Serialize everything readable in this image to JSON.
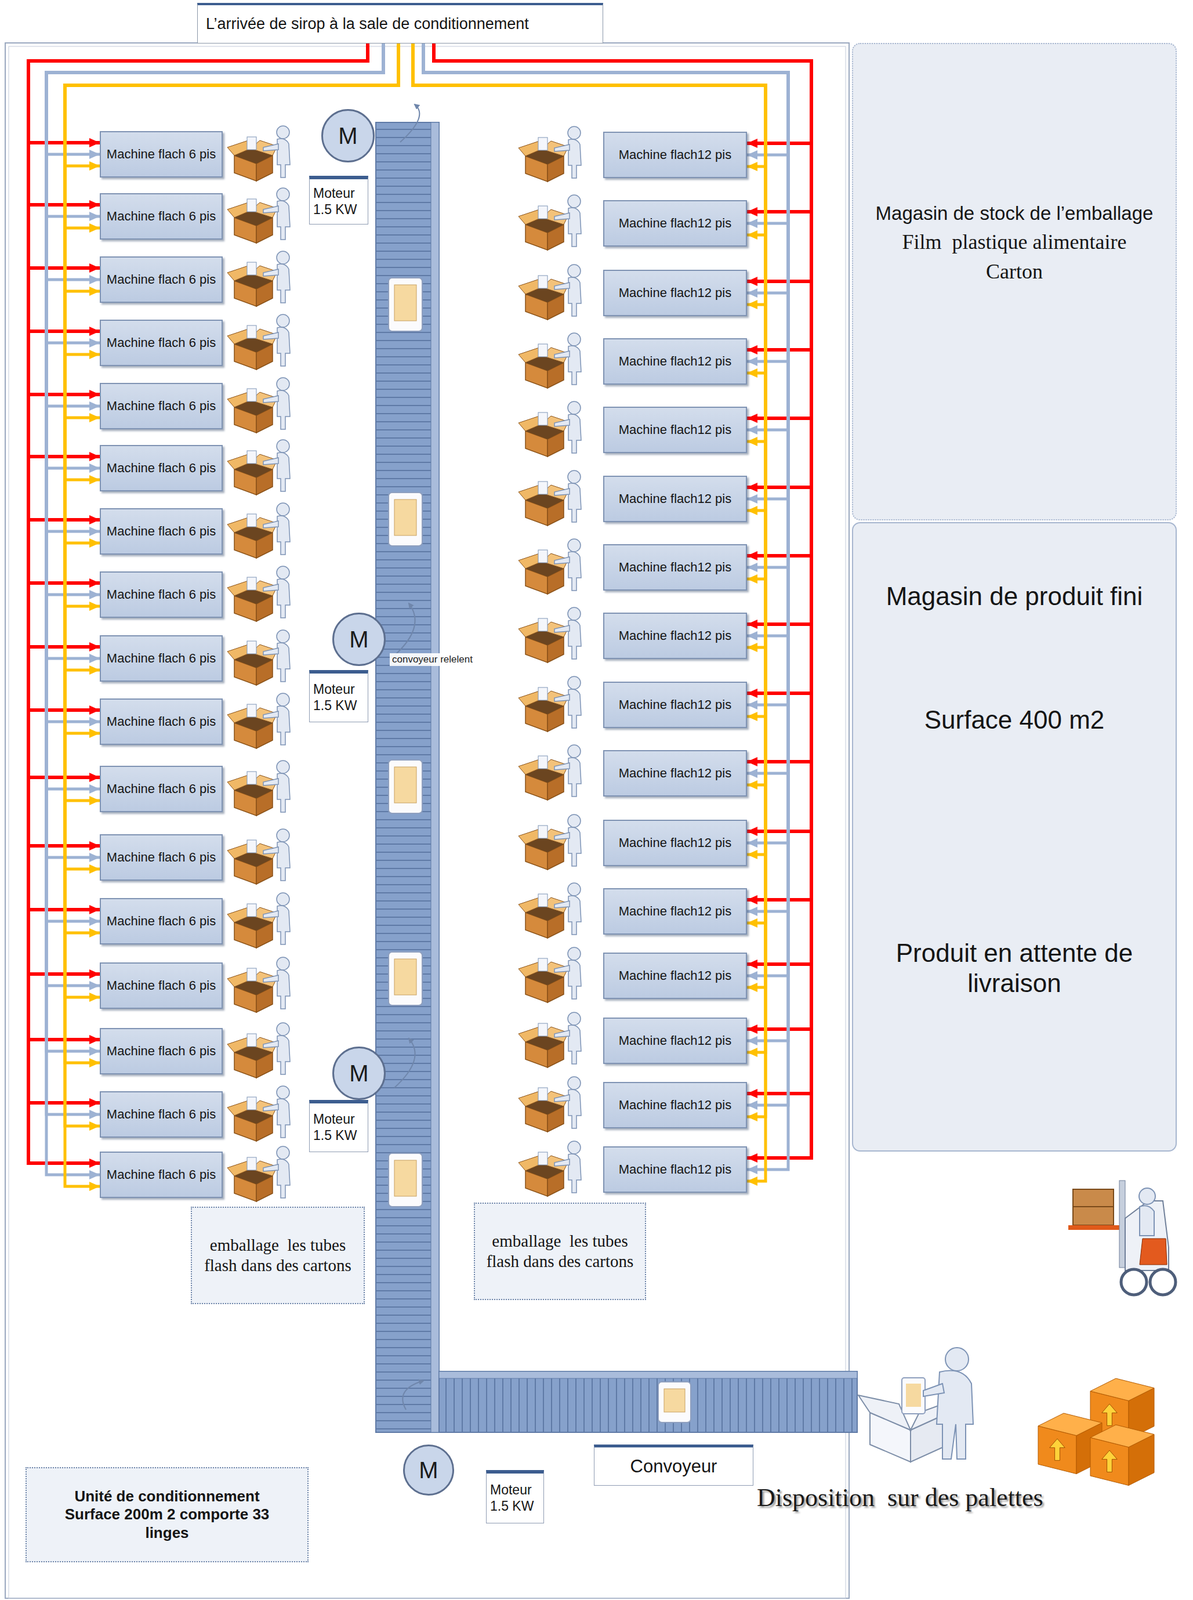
{
  "diagram": {
    "nodes": [
      {
        "text": [
          "L’arrivée de sirop à la sale de conditionnement"
        ]
      },
      {
        "text": [
          "Magasin de stock de l’emballage",
          "Film  plastique alimentaire",
          "Carton"
        ]
      },
      {
        "text": [
          "M"
        ]
      },
      {
        "text": [
          "Moteur 1.5 KW"
        ]
      },
      {
        "text": [
          "Machine flach 6 pis"
        ]
      },
      {
        "text": [
          "Machine flach 6 pis"
        ]
      },
      {
        "text": [
          "Machine flach 6 pis"
        ]
      },
      {
        "text": [
          "Machine flach 6 pis"
        ]
      },
      {
        "text": [
          "Machine flach 6 pis"
        ]
      },
      {
        "text": [
          "Machine flach 6 pis"
        ]
      },
      {
        "text": [
          "Machine flach 6 pis"
        ]
      },
      {
        "text": [
          "Machine flach 6 pis"
        ]
      },
      {
        "text": [
          "Machine flach 6 pis"
        ]
      },
      {
        "text": [
          "Machine flach 6 pis"
        ]
      },
      {
        "text": [
          "Machine flach 6 pis"
        ]
      },
      {
        "text": [
          "Machine flach 6 pis"
        ]
      },
      {
        "text": [
          "Machine flach 6 pis"
        ]
      },
      {
        "text": [
          "Machine flach 6 pis"
        ]
      },
      {
        "text": [
          "Machine flach 6 pis"
        ]
      },
      {
        "text": [
          "Machine flach 6 pis"
        ]
      },
      {
        "text": [
          "Machine flach 6 pis"
        ]
      },
      {
        "text": [
          "Machine flach12 pis"
        ]
      },
      {
        "text": [
          "Machine flach12 pis"
        ]
      },
      {
        "text": [
          "Machine flach12 pis"
        ]
      },
      {
        "text": [
          "Machine flach12 pis"
        ]
      },
      {
        "text": [
          "Machine flach12 pis"
        ]
      },
      {
        "text": [
          "Machine flach12 pis"
        ]
      },
      {
        "text": [
          "Machine flach12 pis"
        ]
      },
      {
        "text": [
          "Machine flach12 pis"
        ]
      },
      {
        "text": [
          "Machine flach12 pis"
        ]
      },
      {
        "text": [
          "Machine flach12 pis"
        ]
      },
      {
        "text": [
          "Machine flach12 pis"
        ]
      },
      {
        "text": [
          "Machine flach12 pis"
        ]
      },
      {
        "text": [
          "Machine flach12 pis"
        ]
      },
      {
        "text": [
          "Machine flach12 pis"
        ]
      },
      {
        "text": [
          "Machine flach12 pis"
        ]
      },
      {
        "text": [
          "Machine flach12 pis"
        ]
      },
      {
        "text": [
          "Magasin de produit fini",
          "Surface 400 m2",
          "Produit en attente de livraison"
        ]
      },
      {
        "text": [
          "M"
        ]
      },
      {
        "text": [
          "Moteur 1.5 KW"
        ]
      },
      {
        "text": [
          "M"
        ]
      },
      {
        "text": [
          "Moteur 1.5 KW"
        ]
      },
      {
        "text": [
          "emballage  les tubes flash dans des cartons"
        ]
      },
      {
        "text": [
          "emballage  les tubes flash dans des cartons"
        ]
      },
      {
        "text": [
          "Convoyeur"
        ]
      },
      {
        "text": [
          "M"
        ]
      },
      {
        "text": [
          "Moteur 1.5 KW"
        ]
      },
      {
        "text": [
          "Unité de conditionnement Surface 200m 2 comporte 33 linges"
        ]
      }
    ],
    "edges": [
      {
        "from": 0,
        "to": 4,
        "arrow": "to"
      },
      {
        "from": 0,
        "to": 4,
        "arrow": "to"
      },
      {
        "from": 0,
        "to": 4,
        "arrow": "to"
      },
      {
        "from": 0,
        "to": 5,
        "arrow": "to"
      },
      {
        "from": 0,
        "to": 5,
        "arrow": "to"
      },
      {
        "from": 0,
        "to": 5,
        "arrow": "to"
      },
      {
        "from": 0,
        "to": 6,
        "arrow": "to"
      },
      {
        "from": 0,
        "to": 6,
        "arrow": "to"
      },
      {
        "from": 0,
        "to": 6,
        "arrow": "to"
      },
      {
        "from": 0,
        "to": 7,
        "arrow": "to"
      },
      {
        "from": 0,
        "to": 7,
        "arrow": "to"
      },
      {
        "from": 0,
        "to": 7,
        "arrow": "to"
      },
      {
        "from": 0,
        "to": 8,
        "arrow": "to"
      },
      {
        "from": 0,
        "to": 8,
        "arrow": "to"
      },
      {
        "from": 0,
        "to": 8,
        "arrow": "to"
      },
      {
        "from": 0,
        "to": 9,
        "arrow": "to"
      },
      {
        "from": 0,
        "to": 9,
        "arrow": "to"
      },
      {
        "from": 0,
        "to": 9,
        "arrow": "to"
      },
      {
        "from": 0,
        "to": 10,
        "arrow": "to"
      },
      {
        "from": 0,
        "to": 10,
        "arrow": "to"
      },
      {
        "from": 0,
        "to": 10,
        "arrow": "to"
      },
      {
        "from": 0,
        "to": 11,
        "arrow": "to"
      },
      {
        "from": 0,
        "to": 11,
        "arrow": "to"
      },
      {
        "from": 0,
        "to": 11,
        "arrow": "to"
      },
      {
        "from": 0,
        "to": 12,
        "arrow": "to"
      },
      {
        "from": 0,
        "to": 12,
        "arrow": "to"
      },
      {
        "from": 0,
        "to": 12,
        "arrow": "to"
      },
      {
        "from": 0,
        "to": 13,
        "arrow": "to"
      },
      {
        "from": 0,
        "to": 13,
        "arrow": "to"
      },
      {
        "from": 0,
        "to": 13,
        "arrow": "to"
      },
      {
        "from": 0,
        "to": 14,
        "arrow": "to"
      },
      {
        "from": 0,
        "to": 14,
        "arrow": "to"
      },
      {
        "from": 0,
        "to": 14,
        "arrow": "to"
      },
      {
        "from": 0,
        "to": 15,
        "arrow": "to"
      },
      {
        "from": 0,
        "to": 15,
        "arrow": "to"
      },
      {
        "from": 0,
        "to": 15,
        "arrow": "to"
      },
      {
        "from": 0,
        "to": 16,
        "arrow": "to"
      },
      {
        "from": 0,
        "to": 16,
        "arrow": "to"
      },
      {
        "from": 0,
        "to": 16,
        "arrow": "to"
      },
      {
        "from": 0,
        "to": 17,
        "arrow": "to"
      },
      {
        "from": 0,
        "to": 17,
        "arrow": "to"
      },
      {
        "from": 0,
        "to": 17,
        "arrow": "to"
      },
      {
        "from": 0,
        "to": 18,
        "arrow": "to"
      },
      {
        "from": 0,
        "to": 18,
        "arrow": "to"
      },
      {
        "from": 0,
        "to": 18,
        "arrow": "to"
      },
      {
        "from": 0,
        "to": 19,
        "arrow": "to"
      },
      {
        "from": 0,
        "to": 19,
        "arrow": "to"
      },
      {
        "from": 0,
        "to": 19,
        "arrow": "to"
      },
      {
        "from": 0,
        "to": 20,
        "arrow": "to"
      },
      {
        "from": 0,
        "to": 20,
        "arrow": "to"
      },
      {
        "from": 0,
        "to": 20,
        "arrow": "to"
      },
      {
        "from": 0,
        "to": 21,
        "arrow": "to"
      },
      {
        "from": 0,
        "to": 21,
        "arrow": "to"
      },
      {
        "from": 0,
        "to": 21,
        "arrow": "to"
      },
      {
        "from": 0,
        "to": 22,
        "arrow": "to"
      },
      {
        "from": 0,
        "to": 22,
        "arrow": "to"
      },
      {
        "from": 0,
        "to": 22,
        "arrow": "to"
      },
      {
        "from": 0,
        "to": 23,
        "arrow": "to"
      },
      {
        "from": 0,
        "to": 23,
        "arrow": "to"
      },
      {
        "from": 0,
        "to": 23,
        "arrow": "to"
      },
      {
        "from": 0,
        "to": 24,
        "arrow": "to"
      },
      {
        "from": 0,
        "to": 24,
        "arrow": "to"
      },
      {
        "from": 0,
        "to": 24,
        "arrow": "to"
      },
      {
        "from": 0,
        "to": 25,
        "arrow": "to"
      },
      {
        "from": 0,
        "to": 25,
        "arrow": "to"
      },
      {
        "from": 0,
        "to": 25,
        "arrow": "to"
      },
      {
        "from": 0,
        "to": 26,
        "arrow": "to"
      },
      {
        "from": 0,
        "to": 26,
        "arrow": "to"
      },
      {
        "from": 0,
        "to": 26,
        "arrow": "to"
      },
      {
        "from": 0,
        "to": 27,
        "arrow": "to"
      },
      {
        "from": 0,
        "to": 27,
        "arrow": "to"
      },
      {
        "from": 0,
        "to": 27,
        "arrow": "to"
      },
      {
        "from": 0,
        "to": 28,
        "arrow": "to"
      },
      {
        "from": 0,
        "to": 28,
        "arrow": "to"
      },
      {
        "from": 0,
        "to": 28,
        "arrow": "to"
      },
      {
        "from": 0,
        "to": 29,
        "arrow": "to"
      },
      {
        "from": 0,
        "to": 29,
        "arrow": "to"
      },
      {
        "from": 0,
        "to": 29,
        "arrow": "to"
      },
      {
        "from": 0,
        "to": 30,
        "arrow": "to"
      },
      {
        "from": 0,
        "to": 30,
        "arrow": "to"
      },
      {
        "from": 0,
        "to": 30,
        "arrow": "to"
      },
      {
        "from": 0,
        "to": 31,
        "arrow": "to"
      },
      {
        "from": 0,
        "to": 31,
        "arrow": "to"
      },
      {
        "from": 0,
        "to": 31,
        "arrow": "to"
      },
      {
        "from": 0,
        "to": 32,
        "arrow": "to"
      },
      {
        "from": 0,
        "to": 32,
        "arrow": "to"
      },
      {
        "from": 0,
        "to": 32,
        "arrow": "to"
      },
      {
        "from": 0,
        "to": 33,
        "arrow": "to"
      },
      {
        "from": 0,
        "to": 33,
        "arrow": "to"
      },
      {
        "from": 0,
        "to": 33,
        "arrow": "to"
      },
      {
        "from": 0,
        "to": 34,
        "arrow": "to"
      },
      {
        "from": 0,
        "to": 34,
        "arrow": "to"
      },
      {
        "from": 0,
        "to": 34,
        "arrow": "to"
      },
      {
        "from": 0,
        "to": 35,
        "arrow": "to"
      },
      {
        "from": 0,
        "to": 35,
        "arrow": "to"
      },
      {
        "from": 0,
        "to": 35,
        "arrow": "to"
      },
      {
        "from": 0,
        "to": 36,
        "arrow": "to"
      },
      {
        "from": 0,
        "to": 36,
        "arrow": "to"
      },
      {
        "from": 0,
        "to": 36,
        "arrow": "to"
      }
    ],
    "labels": [
      "convoyeur relelent",
      "Disposition  sur des palettes"
    ]
  }
}
